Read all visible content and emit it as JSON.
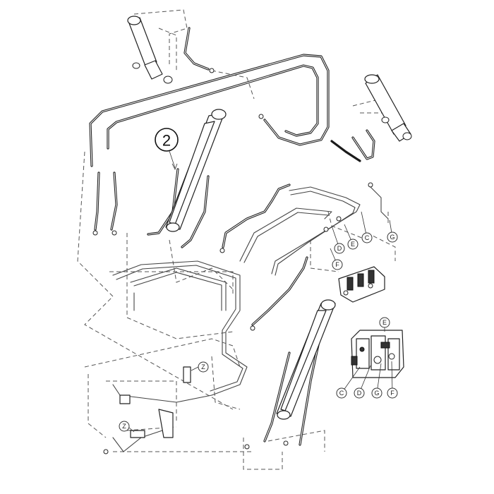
{
  "main_callout": {
    "label": "2"
  },
  "letter_callouts": {
    "upper_D": "D",
    "upper_E": "E",
    "upper_C": "C",
    "upper_G": "G",
    "upper_F": "F",
    "valve_E": "E",
    "valve_C": "C",
    "valve_D": "D",
    "valve_G": "G",
    "valve_F": "F",
    "z_mid": "Z",
    "z_low": "Z"
  },
  "colors": {
    "hose": "#1a1a1a",
    "line": "#444444",
    "background": "#ffffff"
  }
}
